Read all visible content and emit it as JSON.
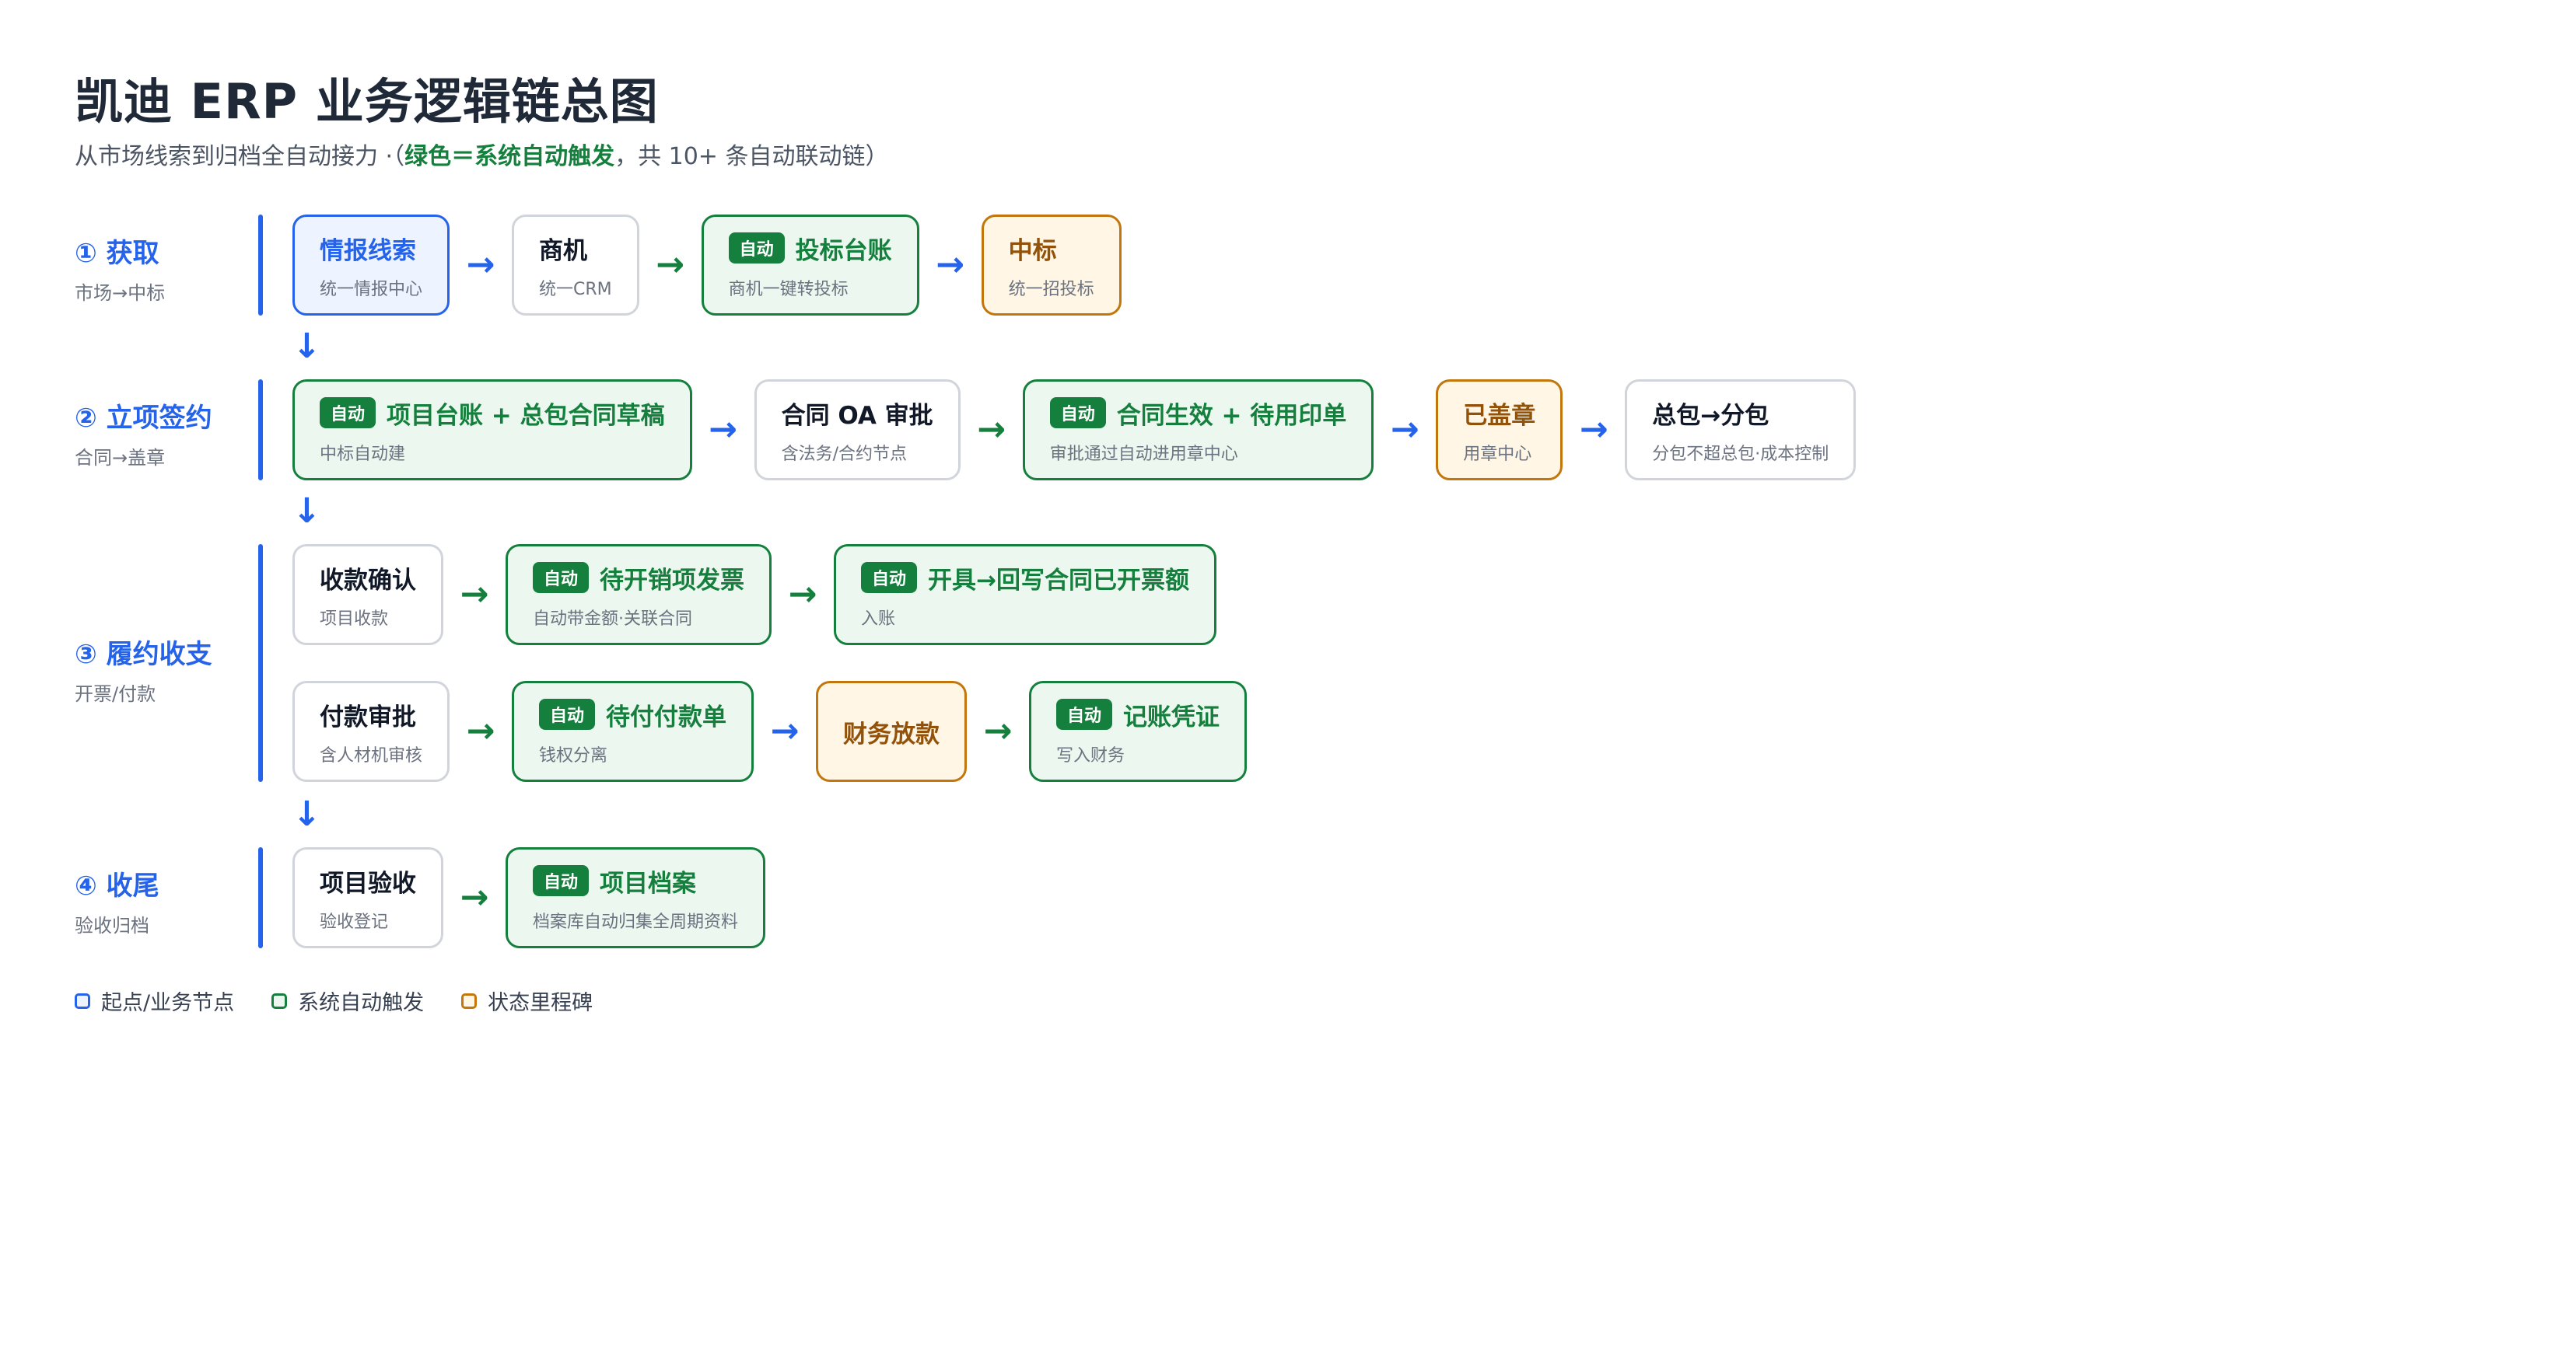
{
  "header": {
    "title": "凯迪 ERP 业务逻辑链总图",
    "subtitle_pre": "从市场线索到归档全自动接力 ·（",
    "subtitle_hl": "绿色＝系统自动触发",
    "subtitle_post": "，共 10+ 条自动联动链）"
  },
  "badge_label": "自动",
  "sections": [
    {
      "title": "① 获取",
      "sub": "市场→中标",
      "nodes": [
        {
          "label": "情报线索",
          "sub": "统一情报中心",
          "kind": "start"
        },
        {
          "label": "商机",
          "sub": "统一CRM",
          "kind": "plain"
        },
        {
          "label": "投标台账",
          "sub": "商机一键转投标",
          "kind": "auto"
        },
        {
          "label": "中标",
          "sub": "统一招投标",
          "kind": "milestone"
        }
      ]
    },
    {
      "title": "② 立项签约",
      "sub": "合同→盖章",
      "nodes": [
        {
          "label": "项目台账 + 总包合同草稿",
          "sub": "中标自动建",
          "kind": "auto"
        },
        {
          "label": "合同 OA 审批",
          "sub": "含法务/合约节点",
          "kind": "plain"
        },
        {
          "label": "合同生效 + 待用印单",
          "sub": "审批通过自动进用章中心",
          "kind": "auto"
        },
        {
          "label": "已盖章",
          "sub": "用章中心",
          "kind": "milestone"
        },
        {
          "label": "总包→分包",
          "sub": "分包不超总包·成本控制",
          "kind": "plain"
        }
      ]
    },
    {
      "title": "③ 履约收支",
      "sub": "开票/付款",
      "rows": [
        [
          {
            "label": "收款确认",
            "sub": "项目收款",
            "kind": "plain"
          },
          {
            "label": "待开销项发票",
            "sub": "自动带金额·关联合同",
            "kind": "auto"
          },
          {
            "label": "开具→回写合同已开票额",
            "sub": "入账",
            "kind": "auto"
          }
        ],
        [
          {
            "label": "付款审批",
            "sub": "含人材机审核",
            "kind": "plain"
          },
          {
            "label": "待付付款单",
            "sub": "钱权分离",
            "kind": "auto"
          },
          {
            "label": "财务放款",
            "sub": "",
            "kind": "milestone"
          },
          {
            "label": "记账凭证",
            "sub": "写入财务",
            "kind": "auto"
          }
        ]
      ]
    },
    {
      "title": "④ 收尾",
      "sub": "验收归档",
      "nodes": [
        {
          "label": "项目验收",
          "sub": "验收登记",
          "kind": "plain"
        },
        {
          "label": "项目档案",
          "sub": "档案库自动归集全周期资料",
          "kind": "auto"
        }
      ]
    }
  ],
  "arrows": {
    "right": "→",
    "down": "↓"
  },
  "legend": [
    {
      "label": "起点/业务节点",
      "color": "blue"
    },
    {
      "label": "系统自动触发",
      "color": "green"
    },
    {
      "label": "状态里程碑",
      "color": "orange"
    }
  ],
  "colors": {
    "blue": "#2563eb",
    "green": "#15803d",
    "orange": "#c2760c"
  }
}
